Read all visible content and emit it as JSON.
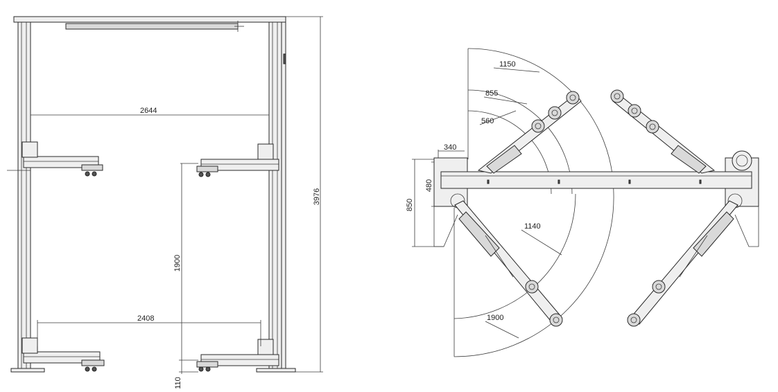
{
  "dimensions": {
    "side_view": {
      "inner_width": "2644",
      "overall_height": "3976",
      "drive_through_width": "2408",
      "arm_height": "1900",
      "base_height": "110"
    },
    "plan_view": {
      "arm_radius_1150": "1150",
      "arm_radius_855": "855",
      "arm_radius_560": "560",
      "pad_offset": "340",
      "pad_width_480": "480",
      "column_width_850": "850",
      "long_arm_radius": "1140",
      "max_radius": "1900"
    }
  }
}
